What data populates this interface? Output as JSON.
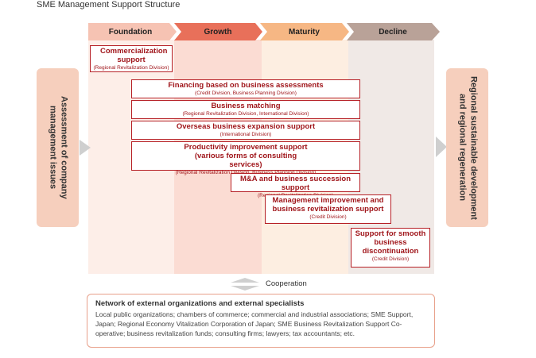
{
  "title": "SME Management Support Structure",
  "stages": [
    "Foundation",
    "Growth",
    "Maturity",
    "Decline"
  ],
  "left_label": "Assessment of company management issues",
  "right_label": "Regional sustainable development and regional regeneration",
  "supports": [
    {
      "title": "Commercialization support",
      "sub": "(Regional Revitalization Division)"
    },
    {
      "title": "Financing based on business assessments",
      "sub": "(Credit Division, Business Planning Division)"
    },
    {
      "title": "Business matching",
      "sub": "(Regional Revitalization Division, International Division)"
    },
    {
      "title": "Overseas business expansion support",
      "sub": "(International Division)"
    },
    {
      "title": "Productivity improvement support (various forms of consulting services)",
      "sub": "(Regional Revitalization Division, Business Planning Division)"
    },
    {
      "title": "M&A and business succession support",
      "sub": "(Regional Revitalization Division)"
    },
    {
      "title": "Management improvement and business revitalization support",
      "sub": "(Credit Division)"
    },
    {
      "title": "Support for smooth business discontinuation",
      "sub": "(Credit Division)"
    }
  ],
  "cooperation_label": "Cooperation",
  "network": {
    "title": "Network of external organizations and external specialists",
    "body": "Local public organizations; chambers of commerce; commercial and industrial associations; SME Support, Japan; Regional Economy Vitalization Corporation of Japan; SME Business Revitalization Support Co-operative; business revitalization funds; consulting firms; lawyers; tax accountants; etc."
  },
  "colors": {
    "foundation": "#f6c3b3",
    "growth": "#e8705a",
    "maturity": "#f6b784",
    "decline": "#b9a298",
    "box_border": "#b62026",
    "box_text": "#a0161b",
    "side": "#f6cfbd"
  }
}
